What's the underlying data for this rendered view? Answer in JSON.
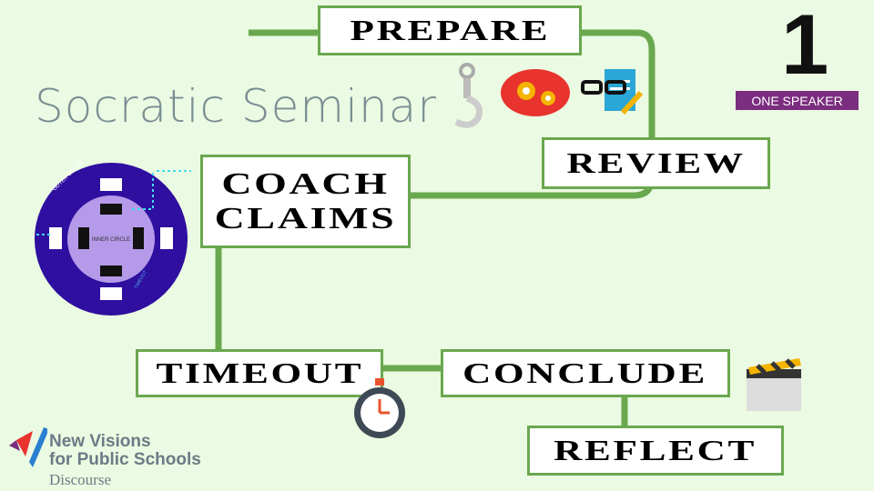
{
  "title": "Socratic Seminar",
  "steps": {
    "prepare": "PREPARE",
    "review": "REVIEW",
    "coach_claims": "COACH CLAIMS",
    "timeout": "TIMEOUT",
    "conclude": "CONCLUDE",
    "reflect": "REFLECT"
  },
  "badge": {
    "number": "1",
    "label": "ONE SPEAKER"
  },
  "circle_diagram": {
    "outer": "OUTER CIRCLE",
    "inner": "INNER CIRCLE",
    "timeout": "TIMEOUT"
  },
  "logo": {
    "line1": "New Visions",
    "line2": "for Public Schools",
    "subtitle": "Discourse"
  },
  "colors": {
    "path": "#6aa84f",
    "background": "#ebfae2",
    "badge": "#7b2d7f",
    "circle_outer": "#2e0fa0",
    "circle_inner": "#b49ae8"
  }
}
